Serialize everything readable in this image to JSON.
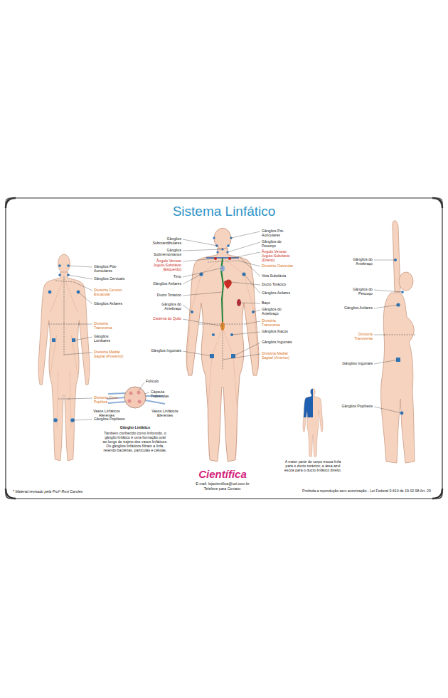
{
  "diagram": {
    "title": "Sistema Linfático",
    "labels": [
      "Gânglios Pós-Auriculares",
      "Gânglios Cervicais",
      "Divisória Cervico-Escapular",
      "Gânglios Axilares",
      "Divisória Transversa",
      "Gânglios Lombares",
      "Divisória Medial Sagital (Posterior)",
      "Divisória Coxo-Poplítea",
      "Gânglios Poplíteos",
      "Gânglios Submandibulares",
      "Gânglios Submentonianos",
      "Ângulo Venoso Jugulo-Subclávio (Esquerdo)",
      "Timo",
      "Gânglios Axilares",
      "Ducto Torácico",
      "Gânglios do Antebraço",
      "Cisterna do Quilo",
      "Gânglios Inguinais",
      "Gânglios Pré-Auriculares",
      "Gânglios do Pescoço",
      "Ângulo Venoso Jugulo-Subclávio (Direito)",
      "Divisória Clavicular",
      "Veia Subclávia",
      "Ducto Torácico",
      "Gânglios Axilares",
      "Baço",
      "Gânglios do Antebraço",
      "Divisória Transversa",
      "Gânglios Ilíacos",
      "Gânglios Inguinais",
      "Divisória Medial Sagital (Anterior)",
      "Gânglios do Antebraço",
      "Gânglios do Pescoço",
      "Gânglios Axilares",
      "Divisória Transversa",
      "Gânglios Inguinais",
      "Gânglios Poplíteos",
      "Folículo",
      "Cápsula Trabéculas",
      "Vasos Linfáticos Aferentes",
      "Vasos Linfáticos Eferentes",
      "Gânglio Linfático",
      "Também conhecido como linfonodo, o gânglio linfático é uma formação oval ao longo do trajeto dos vasos linfáticos. Os gânglios linfáticos filtram a linfa, retendo bactérias, partículas e células.",
      "A maior parte do corpo escoa linfa para o ducto torácico; a área azul escoa para o ducto linfático direito.",
      "Científica",
      "E-mail: lojacientifica@uol.com.br",
      "Telefone para Contato:",
      "* Material revisado pela Profª Rosi Caroleo",
      "Proibida a reprodução sem autorização - Lei Federal 9.610 de 19.02.98 Art. 29"
    ]
  }
}
